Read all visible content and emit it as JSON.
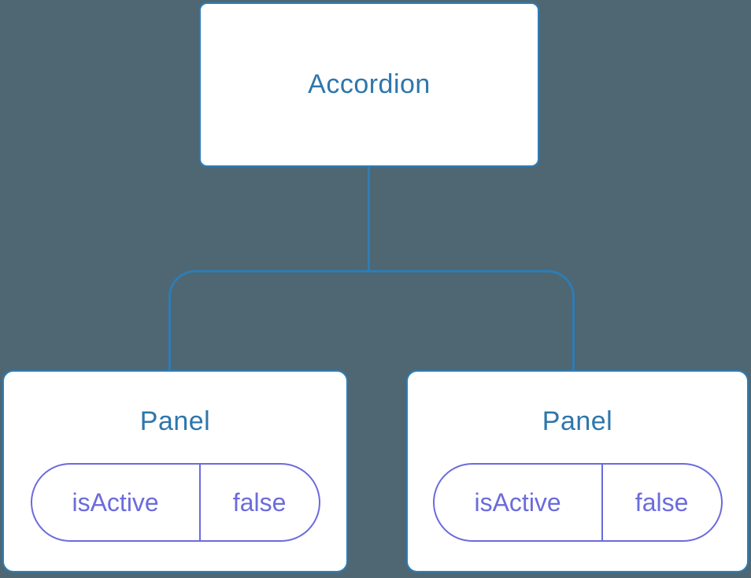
{
  "colors": {
    "background": "#4e6772",
    "node_fill": "#ffffff",
    "node_border_blue": "#2e7cb5",
    "node_text_blue": "#2e76ab",
    "connector_blue": "#2e7cb5",
    "state_accent_indigo": "#6b6bdd"
  },
  "tree": {
    "root": {
      "label": "Accordion"
    },
    "children": [
      {
        "label": "Panel",
        "state": {
          "name": "isActive",
          "value": "false"
        }
      },
      {
        "label": "Panel",
        "state": {
          "name": "isActive",
          "value": "false"
        }
      }
    ]
  }
}
